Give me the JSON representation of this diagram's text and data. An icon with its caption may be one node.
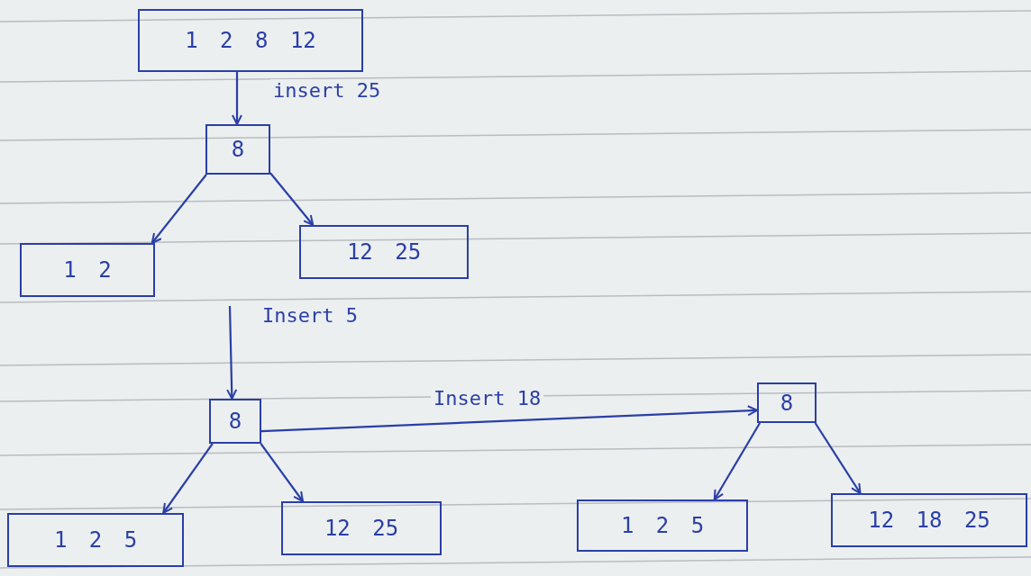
{
  "diagram": {
    "nodes": [
      {
        "text": [
          "1 2 8 12"
        ]
      },
      {
        "text": [
          "8"
        ]
      },
      {
        "text": [
          "1 2"
        ]
      },
      {
        "text": [
          "12 25"
        ]
      },
      {
        "text": [
          "8"
        ]
      },
      {
        "text": [
          "1 2 5"
        ]
      },
      {
        "text": [
          "12 25"
        ]
      },
      {
        "text": [
          "8"
        ]
      },
      {
        "text": [
          "1 2 5"
        ]
      },
      {
        "text": [
          "12 18 25"
        ]
      }
    ],
    "edges": [
      {
        "from": 0,
        "to": 1,
        "arrow": "to",
        "label": "insert 25"
      },
      {
        "from": 1,
        "to": 2,
        "arrow": "to"
      },
      {
        "from": 1,
        "to": 3,
        "arrow": "to"
      },
      {
        "from": null,
        "to": 4,
        "arrow": "to",
        "label": "Insert 5"
      },
      {
        "from": 4,
        "to": 5,
        "arrow": "to"
      },
      {
        "from": 4,
        "to": 6,
        "arrow": "to"
      },
      {
        "from": 4,
        "to": 7,
        "arrow": "to",
        "label": "Insert 18"
      },
      {
        "from": 7,
        "to": 8,
        "arrow": "to"
      },
      {
        "from": 7,
        "to": 9,
        "arrow": "to"
      }
    ]
  }
}
